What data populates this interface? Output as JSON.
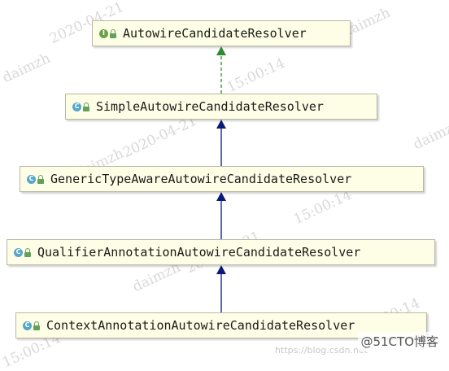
{
  "nodes": [
    {
      "kind": "I",
      "label": "AutowireCandidateResolver"
    },
    {
      "kind": "C",
      "label": "SimpleAutowireCandidateResolver"
    },
    {
      "kind": "C",
      "label": "GenericTypeAwareAutowireCandidateResolver"
    },
    {
      "kind": "C",
      "label": "QualifierAnnotationAutowireCandidateResolver"
    },
    {
      "kind": "C",
      "label": "ContextAnnotationAutowireCandidateResolver"
    }
  ],
  "edges": [
    {
      "from": 1,
      "to": 0,
      "type": "implements"
    },
    {
      "from": 2,
      "to": 1,
      "type": "extends"
    },
    {
      "from": 3,
      "to": 2,
      "type": "extends"
    },
    {
      "from": 4,
      "to": 3,
      "type": "extends"
    }
  ],
  "colors": {
    "implements_arrow": "#2e8b2e",
    "extends_arrow": "#0a1a7a",
    "node_fill": "#fefee6"
  },
  "watermarks": {
    "author": "daimzh",
    "date": "2020-04-21",
    "time": "15:00:14"
  },
  "site_logo": "@51CTO博客",
  "site_url": "https://blog.csdn.net"
}
